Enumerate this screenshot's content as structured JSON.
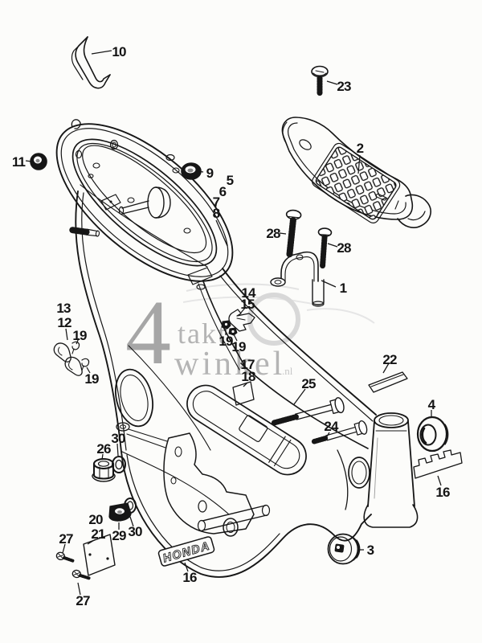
{
  "diagram": {
    "kind": "exploded-parts-diagram",
    "colors": {
      "background": "#fcfcfa",
      "line": "#161616",
      "watermark_big": "#a6a6a6",
      "watermark_text": "#b4b4b4",
      "watermark_light": "#d8d8d8"
    }
  },
  "watermark": {
    "big4": "4",
    "word1": "takt",
    "word2": "winkel",
    "suffix": ".nl"
  },
  "emblem": {
    "text": "HONDA"
  },
  "labels": {
    "p10": "10",
    "p23": "23",
    "p2": "2",
    "p11": "11",
    "p9": "9",
    "p5": "5",
    "p6": "6",
    "p7": "7",
    "p8": "8",
    "p28a": "28",
    "p28b": "28",
    "p1": "1",
    "p14": "14",
    "p15": "15",
    "p19a": "19",
    "p19b": "19",
    "p13": "13",
    "p12": "12",
    "p19c": "19",
    "p19d": "19",
    "p17": "17",
    "p18": "18",
    "p22": "22",
    "p25": "25",
    "p24": "24",
    "p4": "4",
    "p16a": "16",
    "p26": "26",
    "p30a": "30",
    "p20": "20",
    "p21": "21",
    "p29": "29",
    "p30b": "30",
    "p27a": "27",
    "p27b": "27",
    "p16b": "16",
    "p3": "3"
  }
}
